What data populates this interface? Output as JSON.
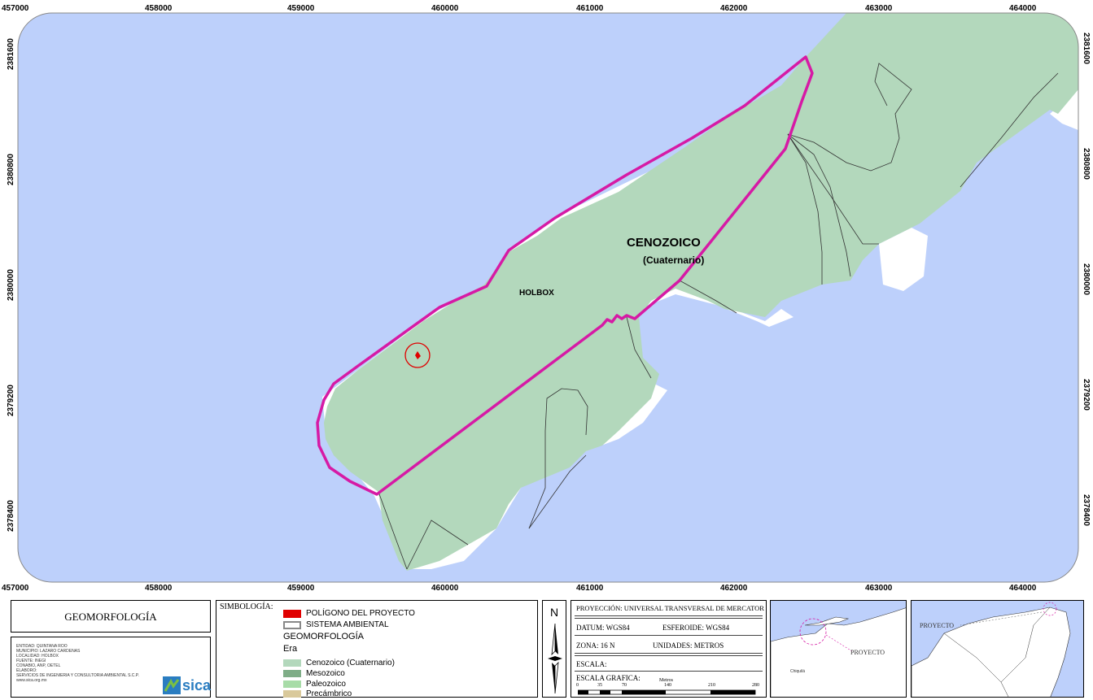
{
  "colors": {
    "sea": "#bdd0fb",
    "land": "#b3d8bc",
    "ambient_outline": "#d61aa5",
    "project": "#e00000",
    "white_land": "#ffffff",
    "mesozoico": "#7fad87",
    "paleozoico": "#a8dca8",
    "precambrico": "#d9c99b"
  },
  "map": {
    "top_coords": [
      "457000",
      "458000",
      "459000",
      "460000",
      "461000",
      "462000",
      "463000",
      "464000"
    ],
    "bottom_coords": [
      "457000",
      "458000",
      "459000",
      "460000",
      "461000",
      "462000",
      "463000",
      "464000"
    ],
    "side_coords": [
      "2381600",
      "2380800",
      "2380000",
      "2379200",
      "2378400"
    ],
    "label_main": "CENOZOICO",
    "label_main_sub": "(Cuaternario)",
    "label_town": "HOLBOX"
  },
  "title_box": {
    "title": "GEOMORFOLOGÍA"
  },
  "info_box": {
    "lines": [
      "ENTIDAD: QUINTANA ROO",
      "MUNICIPIO: LAZARO CARDENAS",
      "LOCALIDAD: HOLBOX",
      "FUENTE: INEGI",
      "CONABIO, ANP, OETEL",
      "ELABORO:",
      "SERVICIOS DE INGENIERIA Y CONSULTORIA AMBIENTAL S.C.P.",
      "www.sica.org.mx"
    ],
    "logo_text": "sica"
  },
  "legend": {
    "title": "SIMBOLOGÍA:",
    "items": [
      {
        "label": "POLÍGONO DEL PROYECTO"
      },
      {
        "label": "SISTEMA AMBIENTAL"
      }
    ],
    "group_title": "GEOMORFOLOGÍA",
    "group_sub": "Era",
    "eras": [
      {
        "label": "Cenozoico (Cuaternario)"
      },
      {
        "label": "Mesozoico"
      },
      {
        "label": "Paleozoico"
      },
      {
        "label": "Precámbrico"
      }
    ]
  },
  "north": {
    "letter": "N"
  },
  "projection": {
    "projection": "PROYECCIÓN: UNIVERSAL TRANSVERSAL DE MERCATOR",
    "datum": "DATUM: WGS84",
    "ellipsoid": "ESFEROIDE: WGS84",
    "zone": "ZONA: 16 N",
    "units": "UNIDADES: METROS",
    "scale": "ESCALA:",
    "graphic_scale": "ESCALA GRAFICA:",
    "scale_unit": "Metros",
    "scale_ticks": [
      "0",
      "35",
      "70",
      "140",
      "210",
      "280"
    ]
  },
  "inset1": {
    "label": "PROYECTO",
    "city_label": "Chiquilá"
  },
  "inset2": {
    "label": "PROYECTO"
  }
}
